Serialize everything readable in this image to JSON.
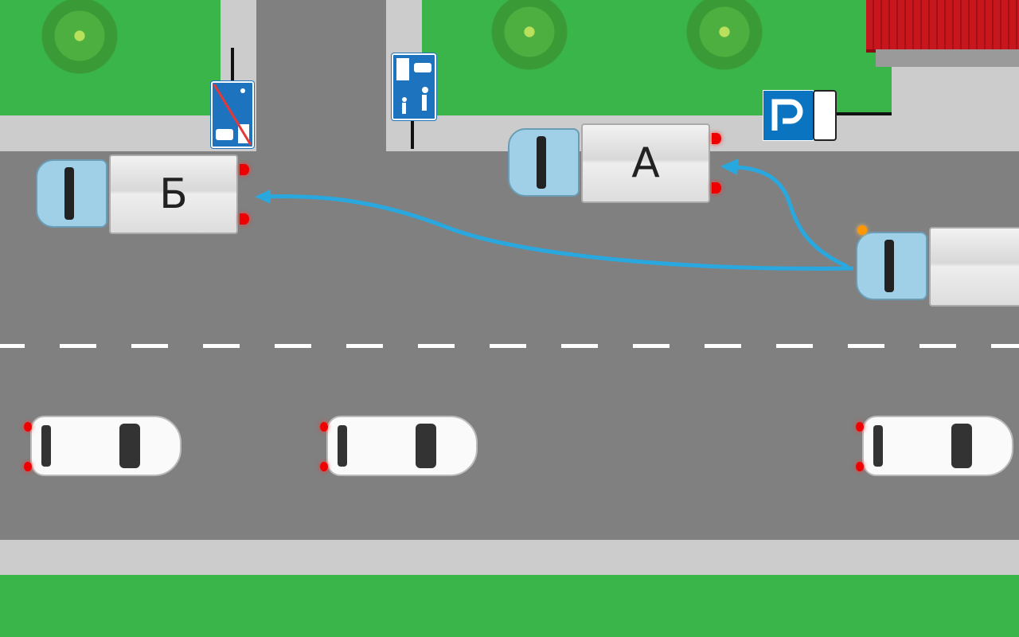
{
  "vehicles": {
    "truck_a_label": "А",
    "truck_b_label": "Б"
  },
  "colors": {
    "road": "#808080",
    "grass": "#3ab54a",
    "sidewalk": "#cccccc",
    "path_arrow": "#29a8e0",
    "sign_blue": "#1e73be"
  },
  "signs": [
    "end-of-residential-zone-sign",
    "residential-zone-sign",
    "parking-sign"
  ]
}
